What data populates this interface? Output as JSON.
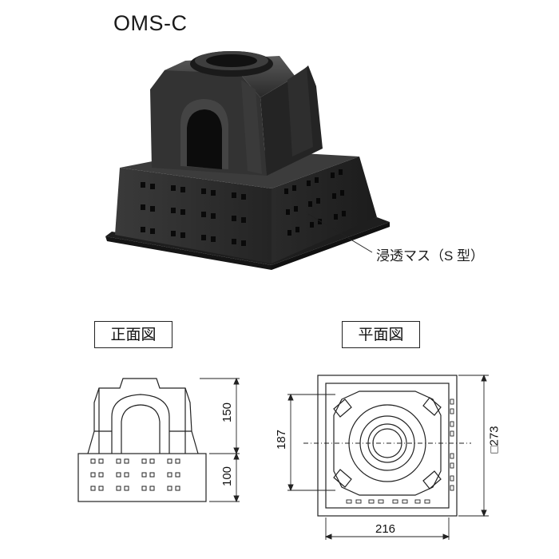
{
  "title": "OMS-C",
  "callout": "浸透マス（S 型）",
  "views": {
    "front": {
      "label": "正面図",
      "dims": {
        "upper_height": "150",
        "lower_height": "100"
      }
    },
    "plan": {
      "label": "平面図",
      "dims": {
        "inner_depth": "187",
        "outer_size": "□273",
        "inner_width": "216"
      }
    }
  },
  "colors": {
    "body": "#2b2b2b",
    "body_light": "#4a4a4a",
    "line": "#222222"
  }
}
